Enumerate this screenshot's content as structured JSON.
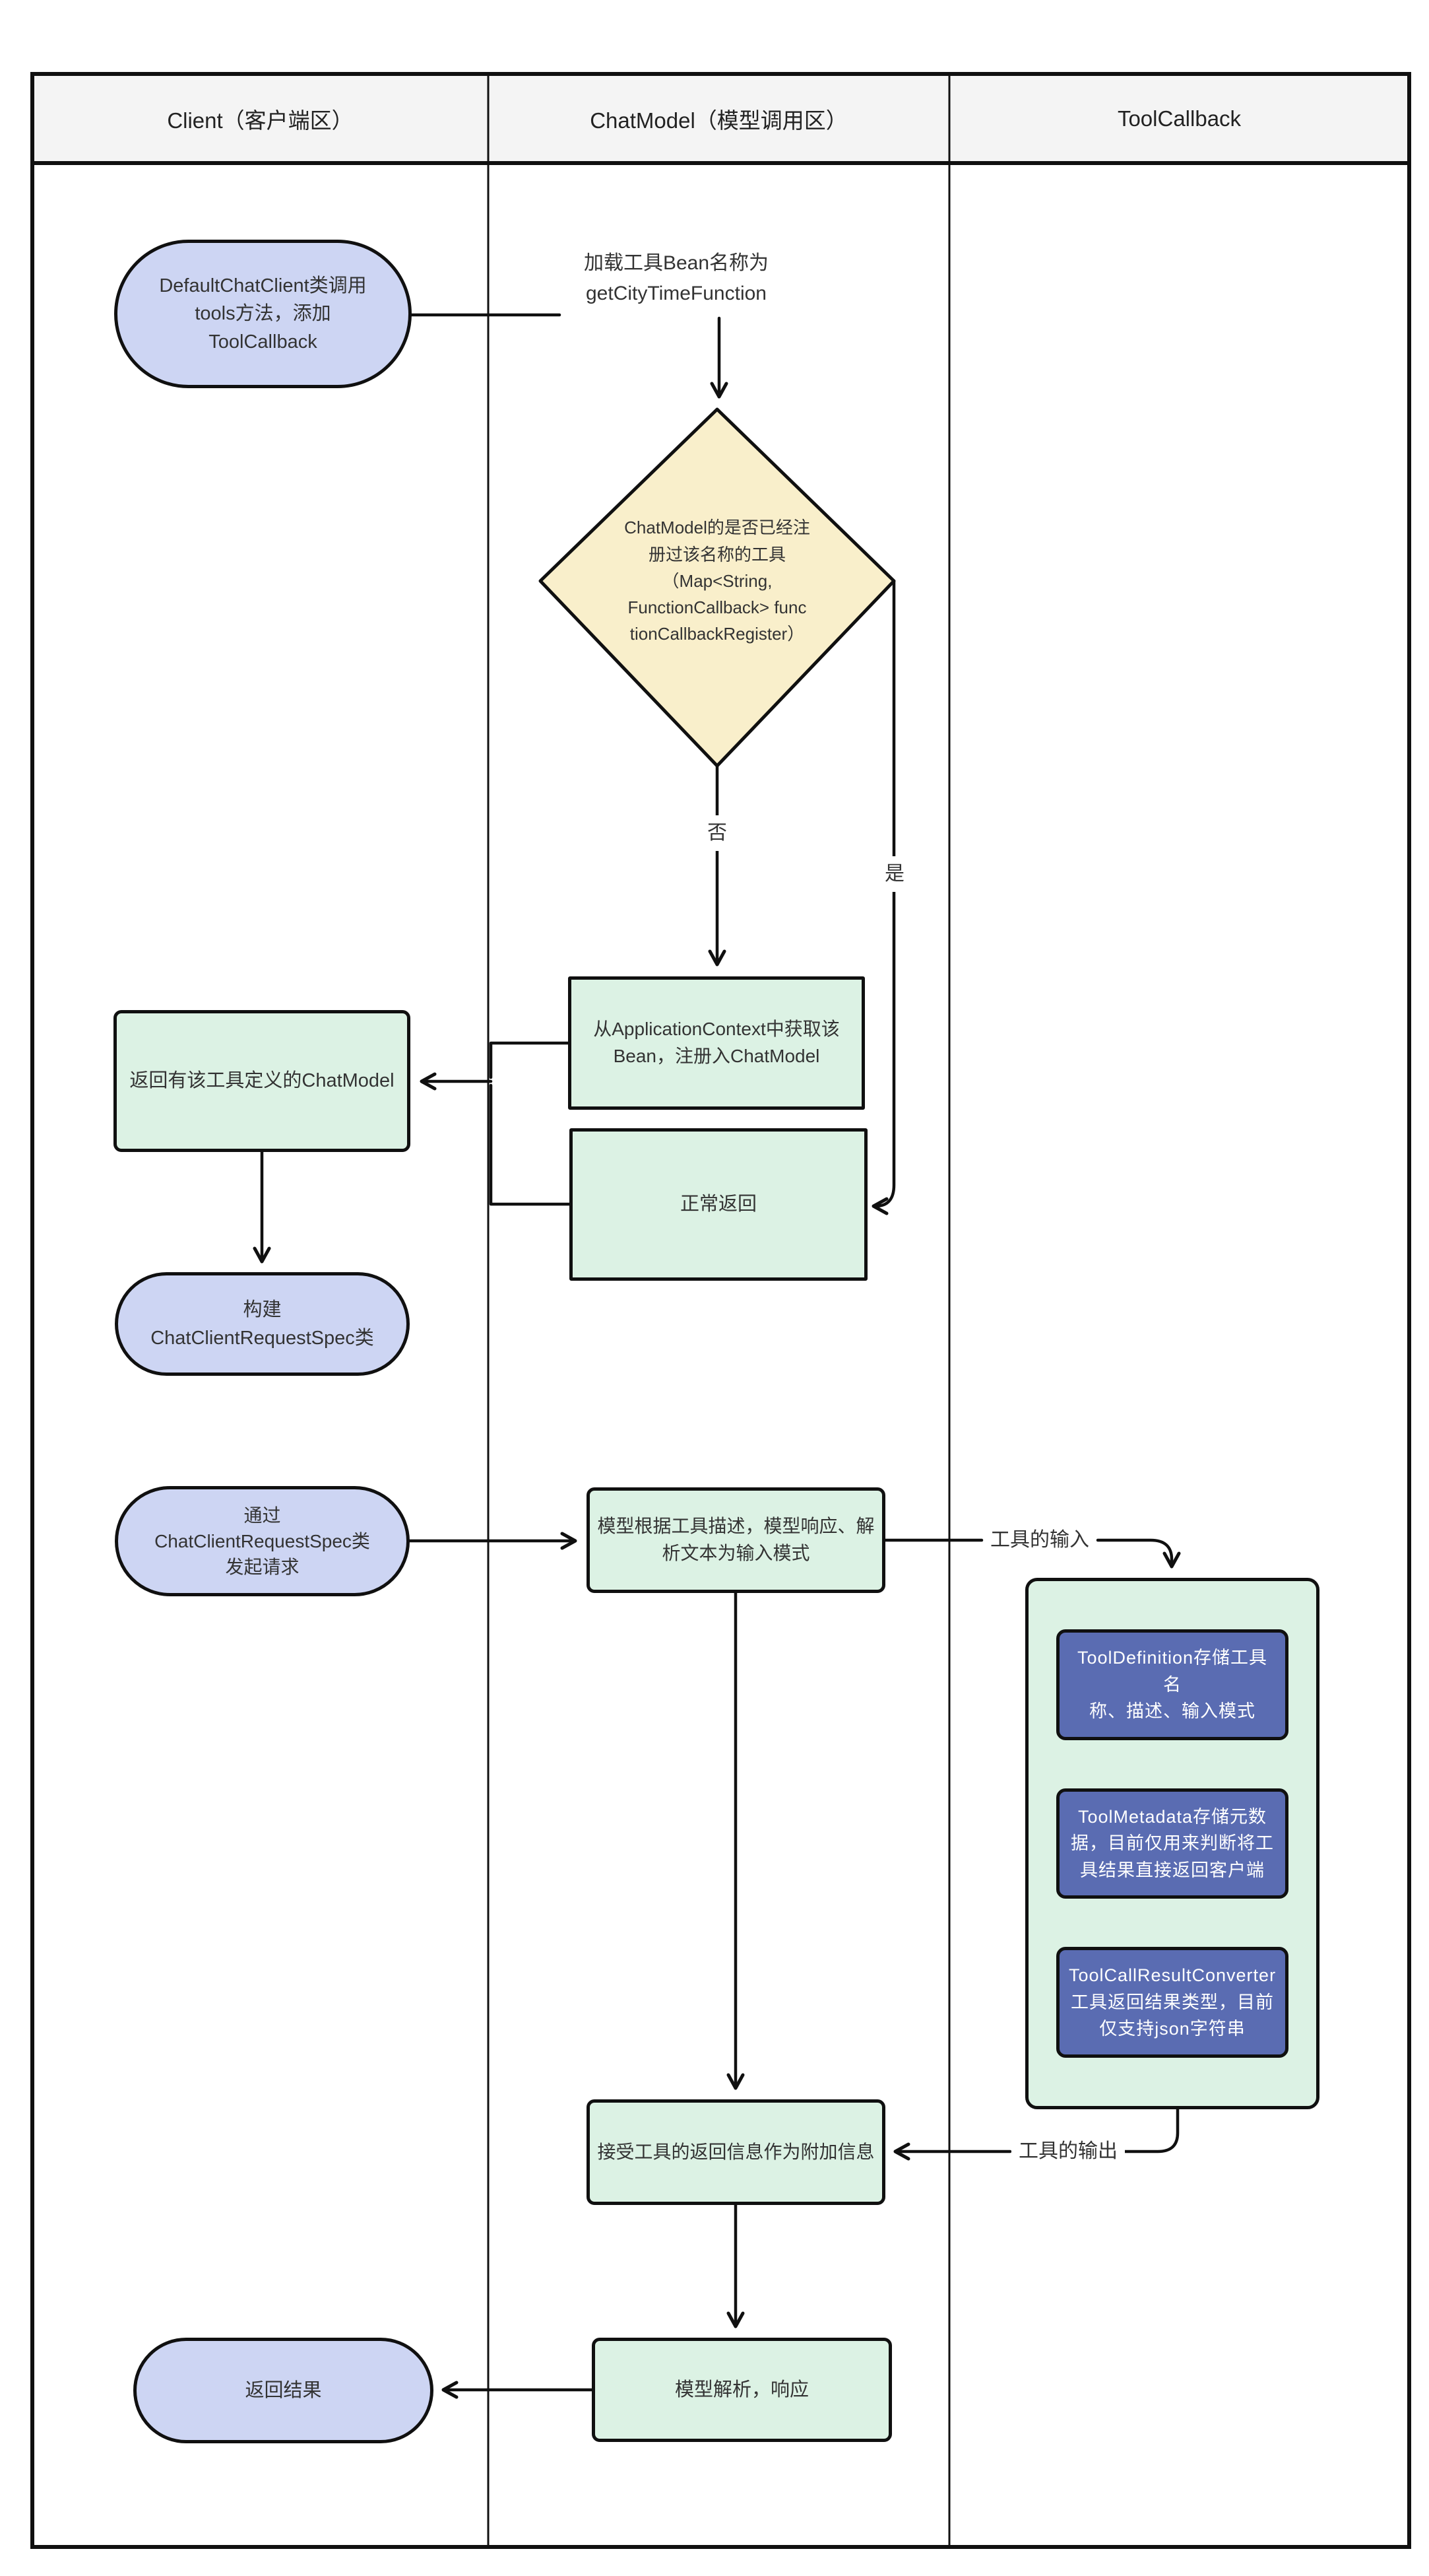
{
  "diagram_title": "ToolCallback flowchart",
  "lanes": [
    {
      "title": "Client（客户端区）"
    },
    {
      "title": "ChatModel（模型调用区）"
    },
    {
      "title": "ToolCallback"
    }
  ],
  "nodes": {
    "start": {
      "text": "DefaultChatClient类调用\ntools方法，添加\nToolCallback"
    },
    "load_bean_label": {
      "text": "加载工具Bean名称为\ngetCityTimeFunction"
    },
    "decision": {
      "text": "ChatModel的是否已经注\n册过该名称的工具\n（Map<String,\nFunctionCallback> func\ntionCallbackRegister）"
    },
    "branch_no": {
      "text": "否"
    },
    "branch_yes": {
      "text": "是"
    },
    "get_bean": {
      "text": "从ApplicationContext中获取该\nBean，注册入ChatModel"
    },
    "normal_return": {
      "text": "正常返回"
    },
    "return_chatmodel": {
      "text": "返回有该工具定义的ChatModel"
    },
    "build_spec": {
      "text": "构建\nChatClientRequestSpec类"
    },
    "send_request": {
      "text": "通过\nChatClientRequestSpec类\n发起请求"
    },
    "model_parse_input": {
      "text": "模型根据工具描述，模型响应、解\n析文本为输入模式"
    },
    "tool_input_label": {
      "text": "工具的输入"
    },
    "tool_output_label": {
      "text": "工具的输出"
    },
    "tool_definition": {
      "text": "ToolDefinition存储工具名\n称、描述、输入模式"
    },
    "tool_metadata": {
      "text": "ToolMetadata存储元数\n据，目前仅用来判断将工\n具结果直接返回客户端"
    },
    "tool_result_converter": {
      "text": "ToolCallResultConverter\n工具返回结果类型，目前\n仅支持json字符串"
    },
    "accept_tool_info": {
      "text": "接受工具的返回信息作为附加信息"
    },
    "model_parse_response": {
      "text": "模型解析，响应"
    },
    "return_result": {
      "text": "返回结果"
    }
  },
  "colors": {
    "stadium_fill": "#cdd5f3",
    "process_fill": "#dcf2e4",
    "decision_fill": "#f9efcb",
    "subnode_fill": "#5a6cb2",
    "subnode_text": "#ffffff",
    "header_fill": "#f4f4f4",
    "line": "#101010"
  }
}
